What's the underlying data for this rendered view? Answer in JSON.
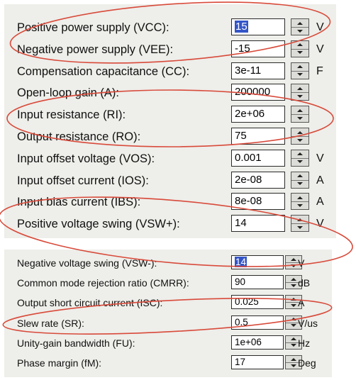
{
  "top_params": [
    {
      "label": "Positive power supply (VCC):",
      "value": "15",
      "unit": "V",
      "selected": true
    },
    {
      "label": "Negative power supply (VEE):",
      "value": "-15",
      "unit": "V"
    },
    {
      "label": "Compensation capacitance (CC):",
      "value": "3e-11",
      "unit": "F"
    },
    {
      "label": "Open-loop gain (A):",
      "value": "200000",
      "unit": ""
    },
    {
      "label": "Input resistance (RI):",
      "value": "2e+06",
      "unit": ""
    },
    {
      "label": "Output resistance (RO):",
      "value": "75",
      "unit": ""
    },
    {
      "label": "Input offset voltage (VOS):",
      "value": "0.001",
      "unit": "V"
    },
    {
      "label": "Input offset current (IOS):",
      "value": "2e-08",
      "unit": "A"
    },
    {
      "label": "Input bias current (IBS):",
      "value": "8e-08",
      "unit": "A"
    },
    {
      "label": "Positive voltage swing (VSW+):",
      "value": "14",
      "unit": "V"
    }
  ],
  "bottom_params": [
    {
      "label": "Negative voltage swing (VSW-):",
      "value": "14",
      "unit": "V",
      "selected": true
    },
    {
      "label": "Common mode rejection ratio (CMRR):",
      "value": "90",
      "unit": "dB"
    },
    {
      "label": "Output short circuit current (ISC):",
      "value": "0.025",
      "unit": "A"
    },
    {
      "label": "Slew rate (SR):",
      "value": "0.5",
      "unit": "V/us"
    },
    {
      "label": "Unity-gain bandwidth (FU):",
      "value": "1e+06",
      "unit": "Hz"
    },
    {
      "label": "Phase margin (fM):",
      "value": "17",
      "unit": "Deg"
    }
  ],
  "annotation_color": "#d84a3a"
}
